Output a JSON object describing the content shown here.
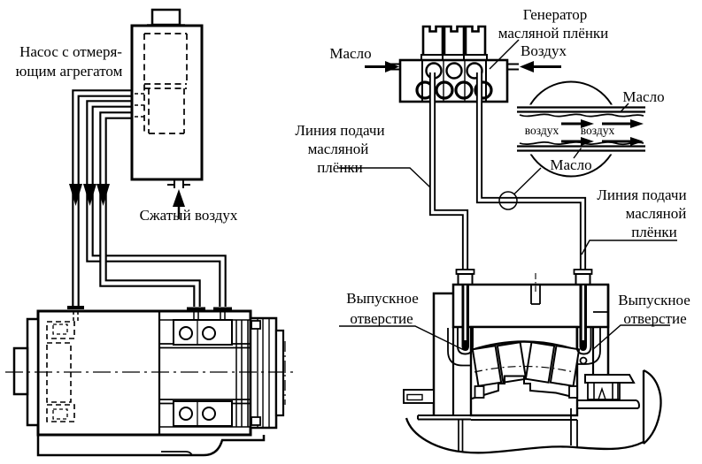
{
  "colors": {
    "ink": "#000000",
    "paper": "#ffffff"
  },
  "labels": {
    "pump_line1": "Насос с отмеря-",
    "pump_line2": "ющим агрегатом",
    "compressed_air": "Сжатый воздух",
    "generator_line1": "Генератор",
    "generator_line2": "масляной плёнки",
    "oil_inlet": "Масло",
    "air_inlet": "Воздух",
    "supply_left_line1": "Линия подачи",
    "supply_left_line2": "масляной",
    "supply_left_line3": "плёнки",
    "supply_right_line1": "Линия подачи",
    "supply_right_line2": "масляной",
    "supply_right_line3": "плёнки",
    "inset_oil_top": "Масло",
    "inset_oil_bottom": "Масло",
    "inset_air_left": "воздух",
    "inset_air_right": "воздух",
    "outlet_left_line1": "Выпускное",
    "outlet_left_line2": "отверстие",
    "outlet_right_line1": "Выпускное",
    "outlet_right_line2": "отверстие"
  }
}
